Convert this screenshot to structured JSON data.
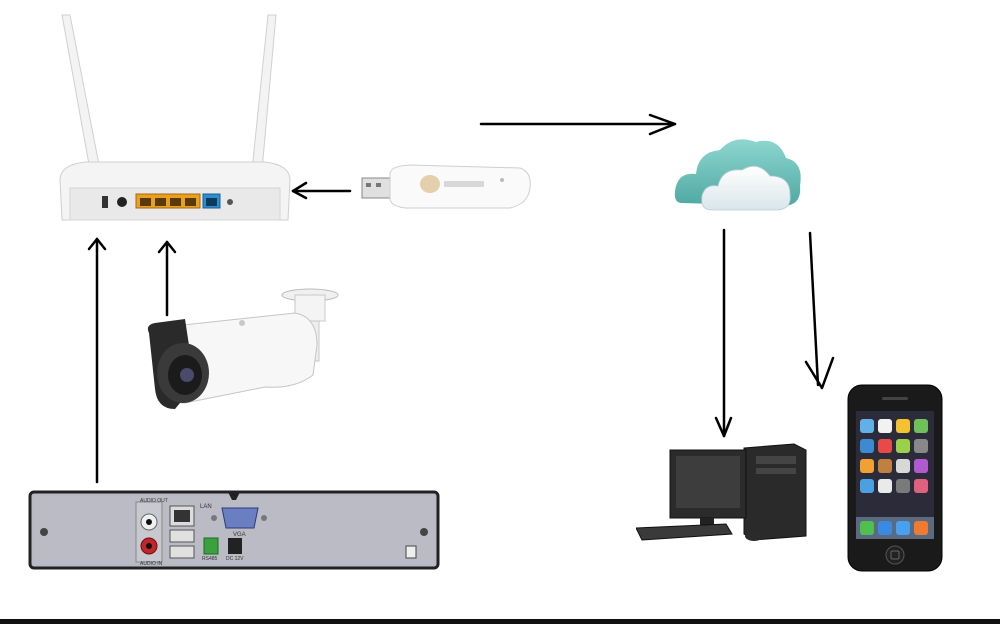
{
  "diagram": {
    "nodes": [
      {
        "id": "router",
        "icon": "router-icon"
      },
      {
        "id": "usb-modem",
        "icon": "usb-modem-icon"
      },
      {
        "id": "cloud",
        "icon": "cloud-icon"
      },
      {
        "id": "ip-camera",
        "icon": "camera-icon"
      },
      {
        "id": "dvr",
        "icon": "dvr-icon"
      },
      {
        "id": "desktop-pc",
        "icon": "computer-icon"
      },
      {
        "id": "smartphone",
        "icon": "smartphone-icon"
      }
    ],
    "edges": [
      {
        "from": "usb-modem",
        "to": "router"
      },
      {
        "from": "router",
        "to": "cloud"
      },
      {
        "from": "ip-camera",
        "to": "router"
      },
      {
        "from": "dvr",
        "to": "router"
      },
      {
        "from": "cloud",
        "to": "desktop-pc"
      },
      {
        "from": "cloud",
        "to": "smartphone"
      }
    ],
    "dvr_labels": {
      "audio_out": "AUDIO OUT",
      "audio_in": "AUDIO IN",
      "lan": "LAN",
      "vga": "VGA",
      "rs485": "RS485",
      "dc": "DC 12V"
    },
    "colors": {
      "arrow": "#000000",
      "router_body": "#f4f4f4",
      "lan_ports": "#e8a020",
      "wan_port": "#2a8fd0",
      "cloud_teal": "#6fc5bf",
      "dvr_panel": "#b8b9c2"
    }
  }
}
